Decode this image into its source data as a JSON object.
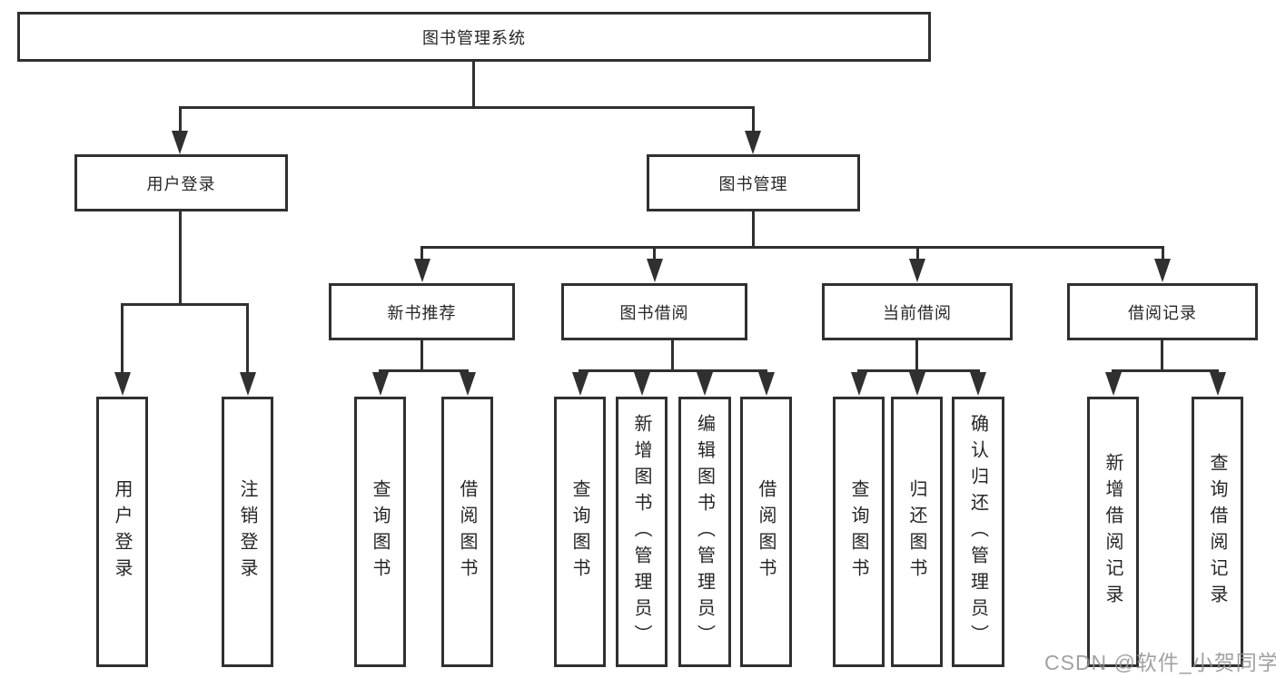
{
  "diagram": {
    "title": "图书管理系统",
    "type": "hierarchy-tree",
    "colors": {
      "line": "#303030",
      "text": "#262626",
      "background": "#ffffff",
      "watermark": "#919191"
    },
    "tree": {
      "root": {
        "label": "图书管理系统"
      },
      "branches": [
        {
          "label": "用户登录",
          "children": [
            {
              "label": "用户登录"
            },
            {
              "label": "注销登录"
            }
          ]
        },
        {
          "label": "图书管理",
          "children": [
            {
              "label": "新书推荐",
              "children": [
                {
                  "label": "查询图书"
                },
                {
                  "label": "借阅图书"
                }
              ]
            },
            {
              "label": "图书借阅",
              "children": [
                {
                  "label": "查询图书"
                },
                {
                  "label": "新增图书（管理员）"
                },
                {
                  "label": "编辑图书（管理员）"
                },
                {
                  "label": "借阅图书"
                }
              ]
            },
            {
              "label": "当前借阅",
              "children": [
                {
                  "label": "查询图书"
                },
                {
                  "label": "归还图书"
                },
                {
                  "label": "确认归还（管理员）"
                }
              ]
            },
            {
              "label": "借阅记录",
              "children": [
                {
                  "label": "新增借阅记录"
                },
                {
                  "label": "查询借阅记录"
                }
              ]
            }
          ]
        }
      ]
    },
    "watermark": {
      "text": "CSDN @软件_小贺同学"
    }
  }
}
